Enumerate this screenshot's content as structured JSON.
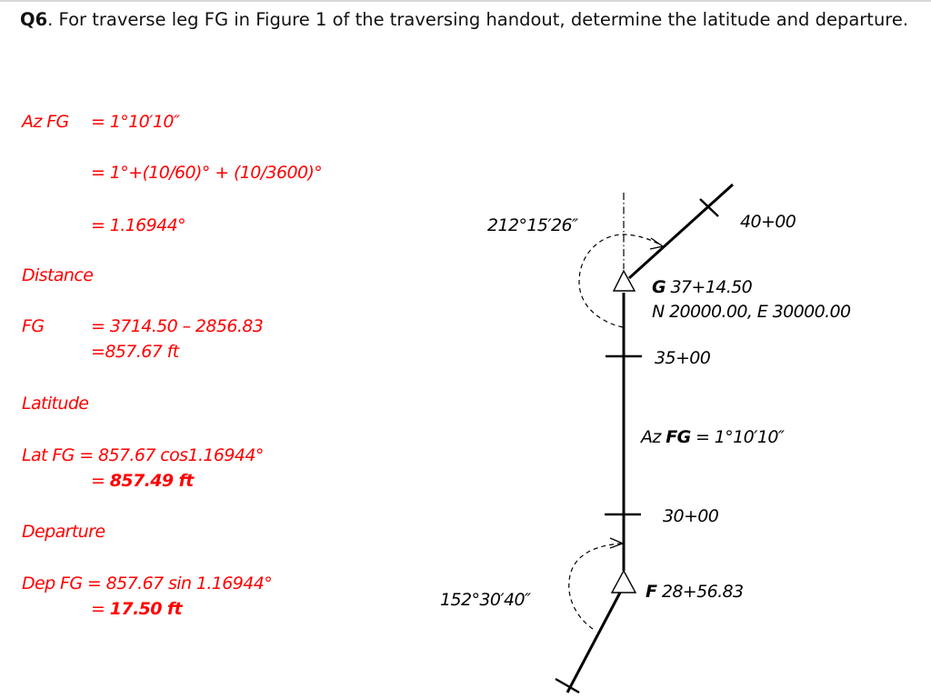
{
  "question": {
    "number": "Q6",
    "text": ". For traverse leg FG in Figure 1 of the traversing handout, determine the latitude and departure."
  },
  "solution": {
    "azimuth": {
      "label": "Az FG",
      "line1": "= 1°10′10″",
      "line2": "= 1°+(10/60)° + (10/3600)°",
      "line3": "= 1.16944°"
    },
    "distance": {
      "heading": "Distance",
      "label": "FG",
      "line1": "= 3714.50 – 2856.83",
      "line2": "=857.67 ft"
    },
    "latitude": {
      "heading": "Latitude",
      "line1": "Lat FG = 857.67 cos1.16944°",
      "line2_prefix": "= ",
      "line2_result": "857.49 ft"
    },
    "departure": {
      "heading": "Departure",
      "line1": "Dep FG = 857.67 sin 1.16944°",
      "line2_prefix": "= ",
      "line2_result": "17.50 ft"
    },
    "color": "#ff0000"
  },
  "figure": {
    "angle_g": "212°15′26″",
    "station_40": "40+00",
    "point_g": {
      "name": "G",
      "station": " 37+14.50",
      "coords": "N 20000.00, E 30000.00"
    },
    "station_35": "35+00",
    "az_label": {
      "prefix": "Az ",
      "leg": "FG",
      "value": " = 1°10′10″"
    },
    "station_30": "30+00",
    "angle_f": "152°30′40″",
    "point_f": {
      "name": "F",
      "station": " 28+56.83"
    }
  }
}
